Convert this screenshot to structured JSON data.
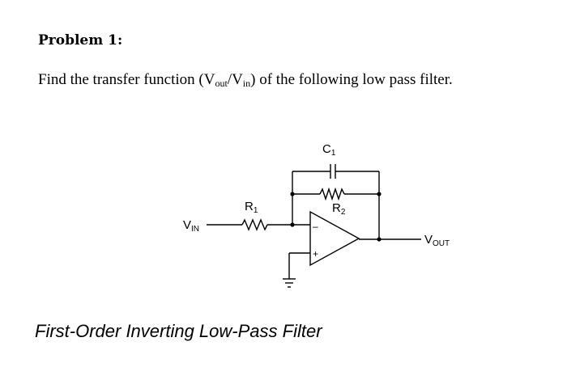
{
  "problem": {
    "title": "Problem 1:",
    "question_prefix": "Find the transfer function (V",
    "out_sub": "out",
    "slash_v": "/V",
    "in_sub": "in",
    "question_suffix": ") of the following low pass filter."
  },
  "circuit": {
    "c1": {
      "letter": "C",
      "sub": "1"
    },
    "r1": {
      "letter": "R",
      "sub": "1"
    },
    "r2": {
      "letter": "R",
      "sub": "2"
    },
    "vin": {
      "letter": "V",
      "sub": "IN"
    },
    "vout": {
      "letter": "V",
      "sub": "OUT"
    },
    "minus": "–",
    "plus": "+"
  },
  "caption": "First-Order Inverting Low-Pass Filter"
}
